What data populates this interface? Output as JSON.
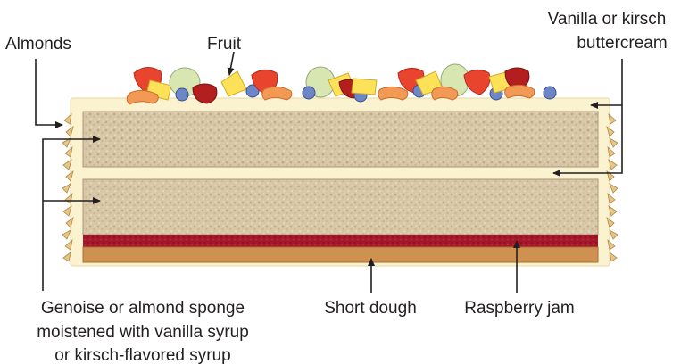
{
  "labels": {
    "almonds": "Almonds",
    "fruit": "Fruit",
    "buttercream_line1": "Vanilla or kirsch",
    "buttercream_line2": "buttercream",
    "sponge_line1": "Genoise or almond sponge",
    "sponge_line2": "moistened with vanilla syrup",
    "sponge_line3": "or kirsch-flavored syrup",
    "short_dough": "Short dough",
    "raspberry_jam": "Raspberry jam"
  },
  "colors": {
    "buttercream": "#fbf3cf",
    "sponge": "#d7c6a5",
    "jam": "#a8182a",
    "short_dough": "#cf9150",
    "almond": "#e8c98a",
    "text": "#231f20"
  }
}
